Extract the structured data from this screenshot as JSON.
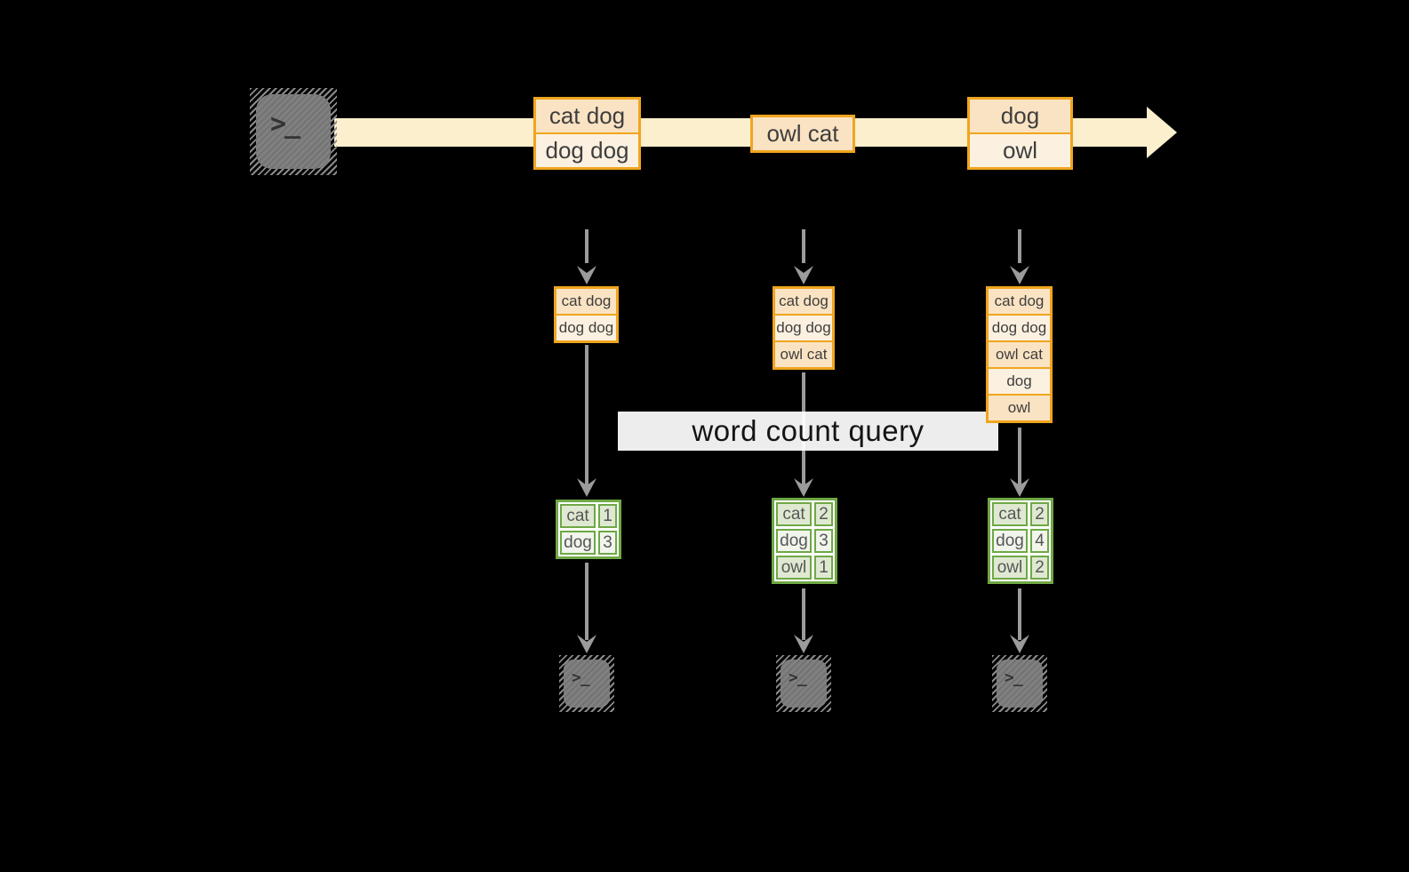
{
  "diagram": {
    "query_label": "word count query",
    "stream": {
      "source_icon": "terminal",
      "batches": [
        {
          "items": [
            "cat dog",
            "dog dog"
          ]
        },
        {
          "items": [
            "owl cat"
          ]
        },
        {
          "items": [
            "dog",
            "owl"
          ]
        }
      ]
    },
    "columns": [
      {
        "state_buffer": [
          "cat dog",
          "dog dog"
        ],
        "word_counts": [
          {
            "word": "cat",
            "count": "1"
          },
          {
            "word": "dog",
            "count": "3"
          }
        ],
        "sink_icon": "terminal"
      },
      {
        "state_buffer": [
          "cat dog",
          "dog dog",
          "owl cat"
        ],
        "word_counts": [
          {
            "word": "cat",
            "count": "2"
          },
          {
            "word": "dog",
            "count": "3"
          },
          {
            "word": "owl",
            "count": "1"
          }
        ],
        "sink_icon": "terminal"
      },
      {
        "state_buffer": [
          "cat dog",
          "dog dog",
          "owl cat",
          "dog",
          "owl"
        ],
        "word_counts": [
          {
            "word": "cat",
            "count": "2"
          },
          {
            "word": "dog",
            "count": "4"
          },
          {
            "word": "owl",
            "count": "2"
          }
        ],
        "sink_icon": "terminal"
      }
    ]
  },
  "icons": {
    "terminal_prompt": ">_"
  },
  "colors": {
    "background": "#000000",
    "stream_band": "#FBEFCE",
    "box_border": "#F0A51E",
    "cell_peach": "#FAE3C3",
    "cell_cream": "#FCF1E0",
    "table_border": "#6FA845",
    "cell_sage": "#DFE9D2",
    "cell_sage_light": "#F1F5EC",
    "arrow_gray": "#9B9B9B",
    "terminal_gray": "#7C7C7C",
    "label_background": "#FFFFFF",
    "text_dark": "#3E3E3E"
  }
}
